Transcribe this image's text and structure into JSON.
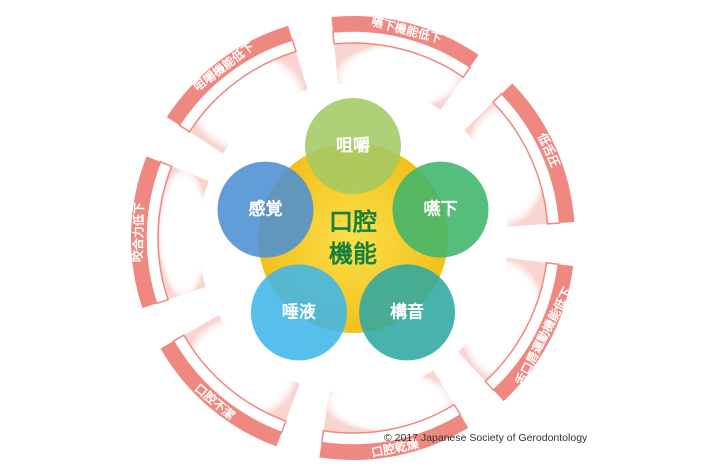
{
  "diagram": {
    "center_label_line1": "口腔",
    "center_label_line2": "機能",
    "function_circles": [
      {
        "label": "咀嚼",
        "color": "#a3c964"
      },
      {
        "label": "嚥下",
        "color": "#3fb56a"
      },
      {
        "label": "構音",
        "color": "#2fa9a0"
      },
      {
        "label": "唾液",
        "color": "#3fb6e8"
      },
      {
        "label": "感覚",
        "color": "#4d8fd1"
      }
    ],
    "outer_segments": [
      {
        "label": "咀嚼機能低下"
      },
      {
        "label": "嚥下機能低下"
      },
      {
        "label": "低舌圧"
      },
      {
        "label": "舌口唇運動機能低下"
      },
      {
        "label": "口腔乾燥"
      },
      {
        "label": "口腔不潔"
      },
      {
        "label": "咬合力低下"
      }
    ],
    "segment_color": "#ee8880",
    "center_color": "#f6c51e",
    "copyright": "© 2017 Japanese Society of Gerodontology"
  }
}
